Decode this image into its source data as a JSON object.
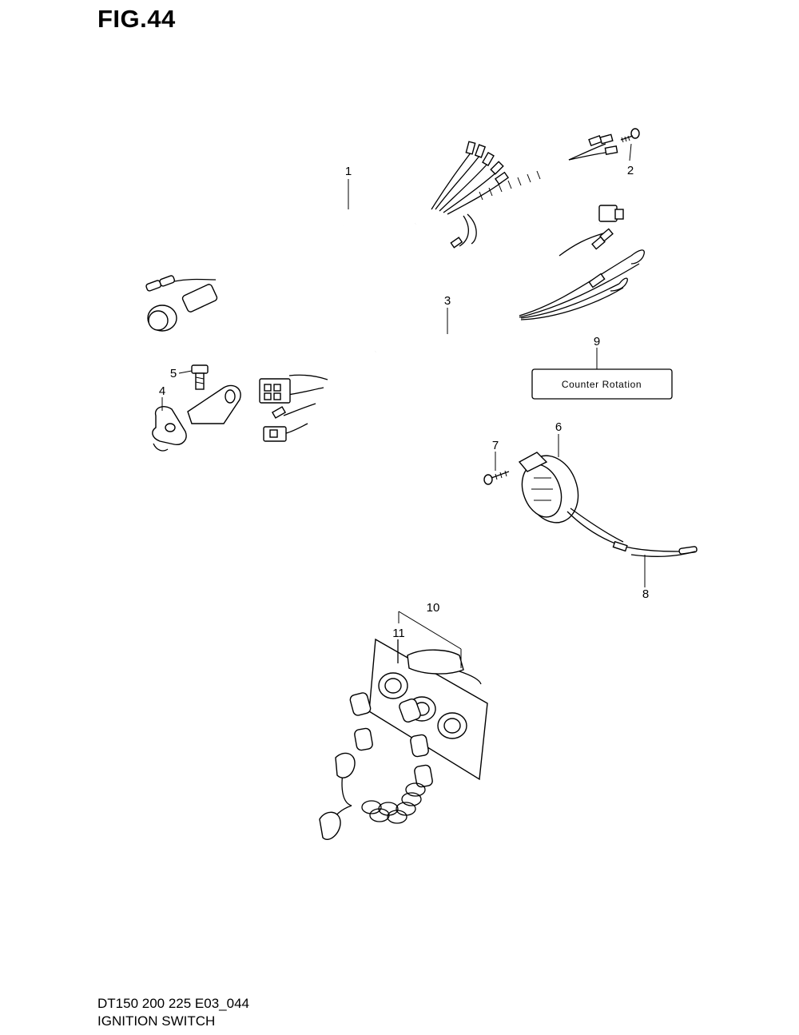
{
  "figure": {
    "title": "FIG.44",
    "footer_code": "DT150 200 225 E03_044",
    "footer_name": "IGNITION SWITCH"
  },
  "callouts": [
    "1",
    "2",
    "3",
    "4",
    "5",
    "6",
    "7",
    "8",
    "9",
    "10",
    "11"
  ],
  "decal_text": "Counter Rotation"
}
